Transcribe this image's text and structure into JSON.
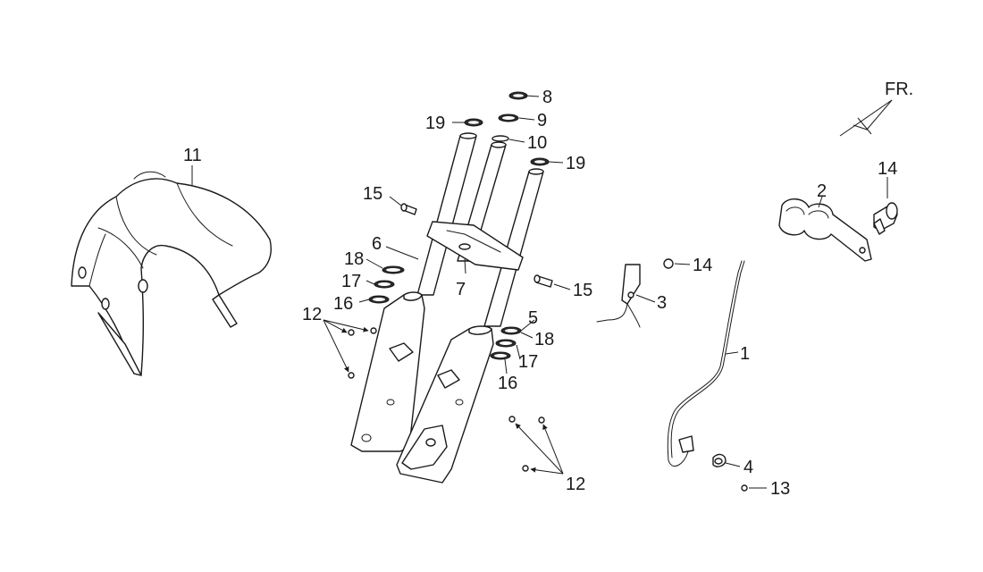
{
  "direction": {
    "label": "FR."
  },
  "callouts": [
    "1",
    "2",
    "3",
    "4",
    "5",
    "6",
    "7",
    "8",
    "9",
    "10",
    "11",
    "12",
    "12",
    "13",
    "14",
    "14",
    "15",
    "15",
    "16",
    "16",
    "17",
    "17",
    "18",
    "18",
    "19",
    "19"
  ]
}
